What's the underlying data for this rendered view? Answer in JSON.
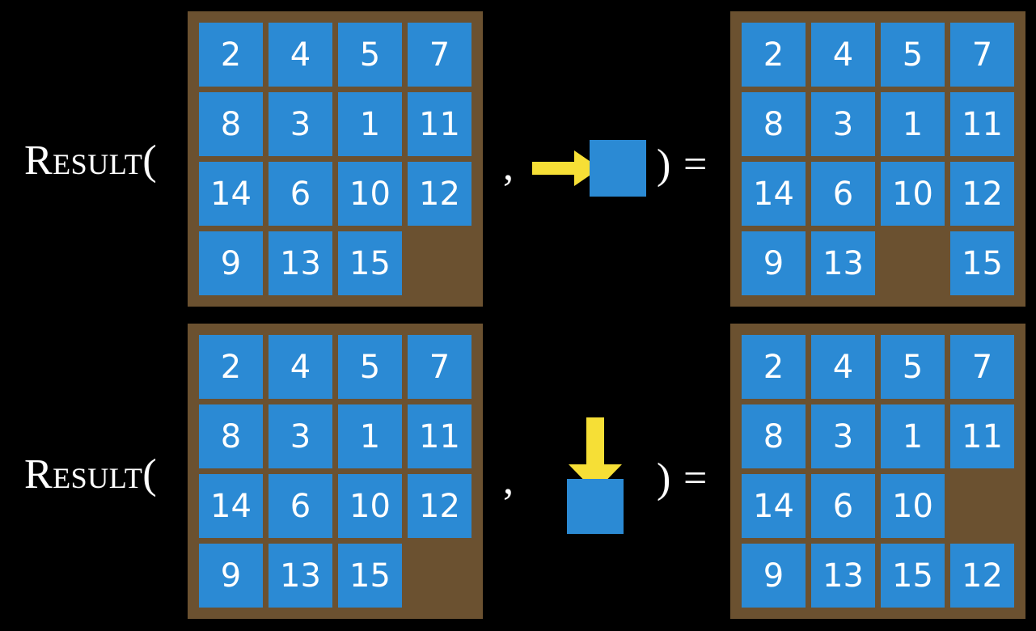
{
  "page": {
    "background_color": "#000000",
    "tile_color": "#2b8ad4",
    "board_color": "#6b5130",
    "arrow_color": "#f6df36",
    "text_color": "#ffffff"
  },
  "rows": [
    {
      "id": "row-1",
      "label": "Result(",
      "comma": ",",
      "close_paren": ")",
      "equals": "=",
      "move": {
        "direction": "right",
        "arrow_icon": "arrow-right-icon",
        "tile_label": ""
      },
      "input_board": {
        "columns": 4,
        "rows": 4,
        "cells": [
          [
            "2",
            "4",
            "5",
            "7"
          ],
          [
            "8",
            "3",
            "1",
            "11"
          ],
          [
            "14",
            "6",
            "10",
            "12"
          ],
          [
            "9",
            "13",
            "15",
            ""
          ]
        ]
      },
      "output_board": {
        "columns": 4,
        "rows": 4,
        "cells": [
          [
            "2",
            "4",
            "5",
            "7"
          ],
          [
            "8",
            "3",
            "1",
            "11"
          ],
          [
            "14",
            "6",
            "10",
            "12"
          ],
          [
            "9",
            "13",
            "",
            "15"
          ]
        ]
      }
    },
    {
      "id": "row-2",
      "label": "Result(",
      "comma": ",",
      "close_paren": ")",
      "equals": "=",
      "move": {
        "direction": "down",
        "arrow_icon": "arrow-down-icon",
        "tile_label": ""
      },
      "input_board": {
        "columns": 4,
        "rows": 4,
        "cells": [
          [
            "2",
            "4",
            "5",
            "7"
          ],
          [
            "8",
            "3",
            "1",
            "11"
          ],
          [
            "14",
            "6",
            "10",
            "12"
          ],
          [
            "9",
            "13",
            "15",
            ""
          ]
        ]
      },
      "output_board": {
        "columns": 4,
        "rows": 4,
        "cells": [
          [
            "2",
            "4",
            "5",
            "7"
          ],
          [
            "8",
            "3",
            "1",
            "11"
          ],
          [
            "14",
            "6",
            "10",
            ""
          ],
          [
            "9",
            "13",
            "15",
            "12"
          ]
        ]
      }
    }
  ]
}
